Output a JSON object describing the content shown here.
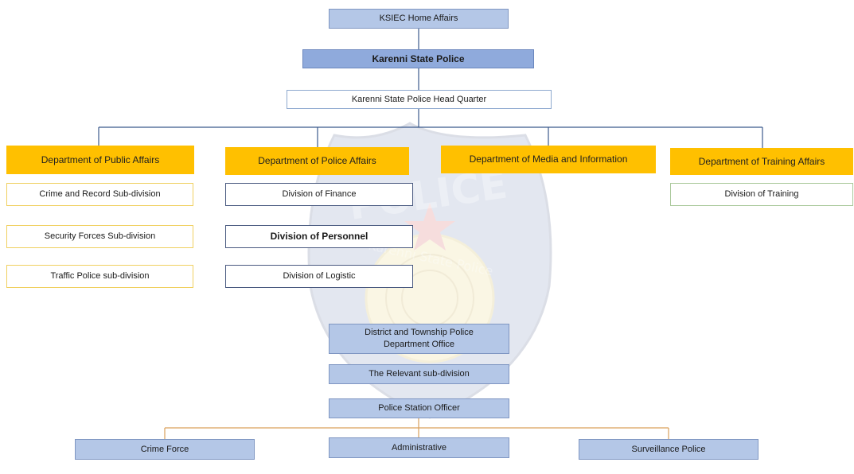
{
  "title_box": "KSIEC Home Affairs",
  "police": "Karenni State Police",
  "head_quarter": "Karenni State Police Head Quarter",
  "departments": {
    "public_affairs": "Department of Public Affairs",
    "police_affairs": "Department of Police Affairs",
    "media_information": "Department of Media and Information",
    "training_affairs": "Department of Training Affairs"
  },
  "public_affairs_items": [
    "Crime and Record Sub-division",
    "Security Forces Sub-division",
    "Traffic Police sub-division"
  ],
  "police_affairs_items": [
    "Division of Finance",
    "Division of Personnel",
    "Division of Logistic"
  ],
  "training_items": [
    "Division of Training"
  ],
  "district_office": "District and Township Police Department Office",
  "relevant_subdivision": "The Relevant sub-division",
  "station_officer": "Police Station Officer",
  "bottom_units": [
    "Crime Force",
    "Administrative",
    "Surveillance Police"
  ],
  "watermark": {
    "word": "POLICE",
    "ring_text": "Karenni State Police"
  },
  "colors": {
    "blue_box": "#b4c7e7",
    "blue_strong": "#8faadc",
    "orange_header": "#ffc000",
    "line_blue": "#3b5a8c",
    "line_orange": "#d9a05b"
  }
}
